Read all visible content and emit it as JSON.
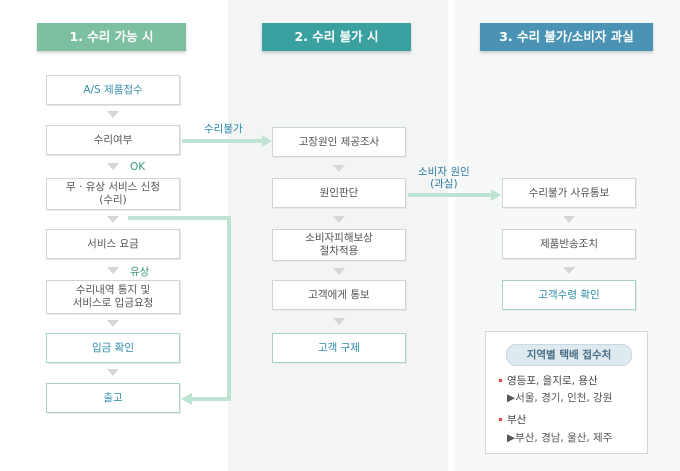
{
  "columns": [
    {
      "header": "1. 수리 가능 시",
      "steps": [
        "A/S 제품접수",
        "수리여부",
        "무 · 유상 서비스 신청\n(수리)",
        "서비스 요금",
        "수리내역 통지 및\n서비스로 입금요청",
        "입금 확인",
        "출고"
      ],
      "labels": {
        "ok": "OK",
        "paid": "유상"
      }
    },
    {
      "header": "2. 수리 불가 시",
      "steps": [
        "고장원인 제공조사",
        "원인판단",
        "소비자피해보상\n절차적용",
        "고객에게 통보",
        "고객 구제"
      ],
      "arrow_in_label": "수리불가"
    },
    {
      "header": "3. 수리 불가/소비자 과실",
      "steps": [
        "수리불가 사유통보",
        "제품반송조치",
        "고객수령 확인"
      ],
      "arrow_in_label": "소비자 원인\n(과실)"
    }
  ],
  "panel": {
    "title": "지역별 택배 접수처",
    "groups": [
      {
        "region": "영등포, 을지로, 용산",
        "areas": "▶서울, 경기, 인천, 강원"
      },
      {
        "region": "부산",
        "areas": "▶부산, 경남, 울산, 제주"
      }
    ]
  },
  "colors": {
    "header1": "#7dbfa1",
    "header2": "#3aa0a0",
    "header3": "#4a93b5",
    "column_band": "#f3f5f5",
    "connector": "#bfe3d3",
    "accent_text": "#2f8aa8"
  }
}
